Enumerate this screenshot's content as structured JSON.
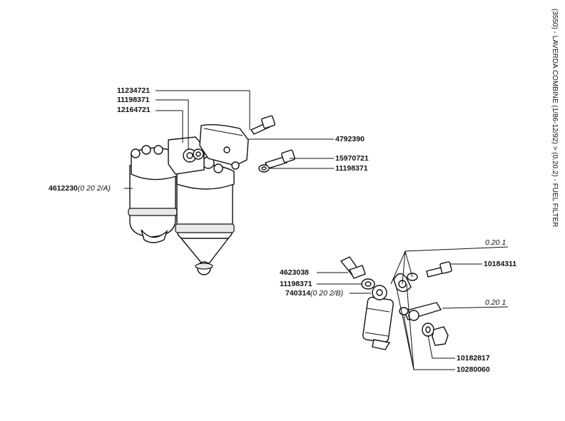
{
  "title": "(3550) - LAVERDA COMBINE (1/86-12/92) > (0.20.2) - FUEL FILTER",
  "labels": {
    "p11234721": "11234721",
    "p11198371_a": "11198371",
    "p12164721": "12164721",
    "p4792390": "4792390",
    "p15970721": "15970721",
    "p11198371_b": "11198371",
    "p4612230": "4612230",
    "p4612230_ref": "(0 20 2/A)",
    "p4623038": "4623038",
    "p11198371_c": "11198371",
    "p740314": "740314",
    "p740314_ref": "(0 20 2/B)",
    "p10184311": "10184311",
    "p10182817": "10182817",
    "p10280060": "10280060"
  },
  "refs": {
    "ref_top": "0.20 1",
    "ref_mid": "0.20 1"
  }
}
